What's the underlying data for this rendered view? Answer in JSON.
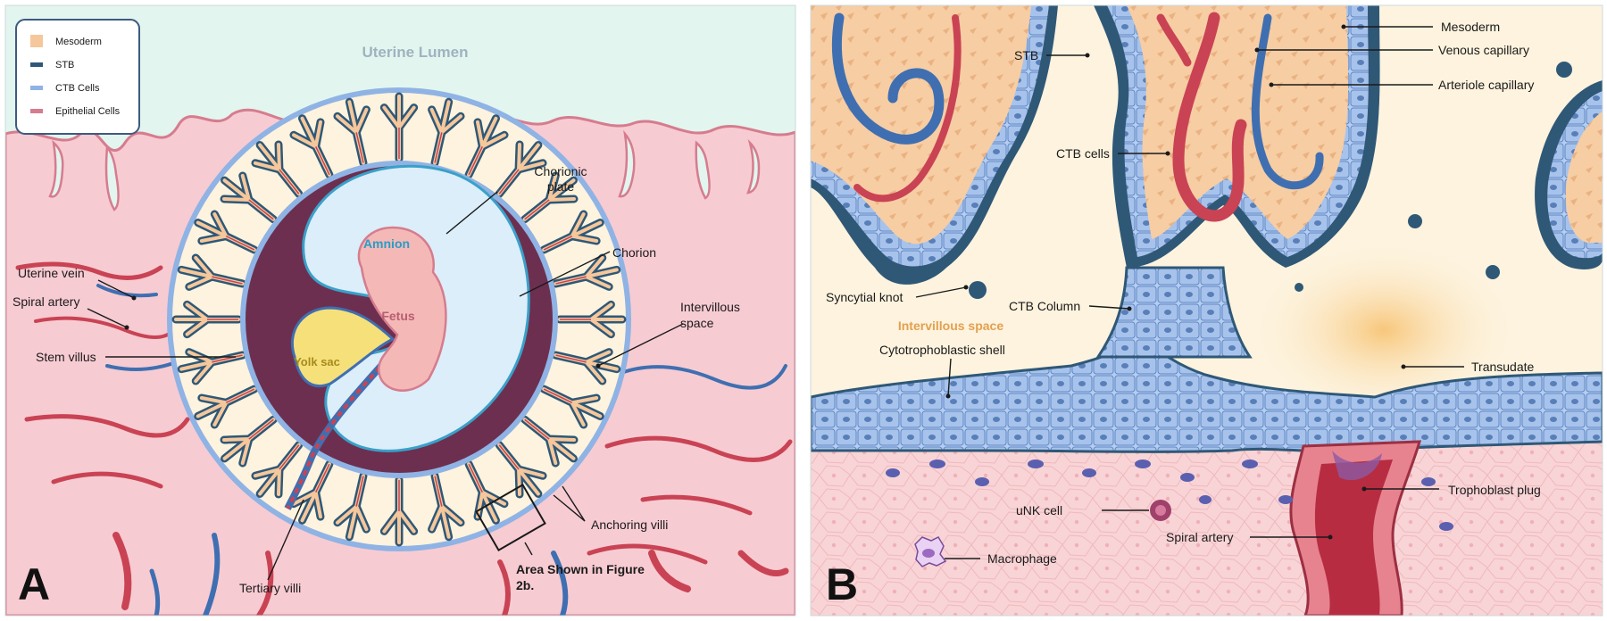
{
  "colors": {
    "mesoderm": "#f5c79b",
    "stb": "#2f5877",
    "ctb": "#8fb3e4",
    "epithelial": "#d67c8e",
    "uterine_tissue": "#f7cbd2",
    "lumen": "#e2f5ef",
    "amnion": "#dbeef9",
    "yolk": "#f6e07a",
    "fetus": "#f4b9b7",
    "chorion_dark": "#6d2f4f",
    "intervillous": "#fdf3de",
    "artery": "#c94354",
    "vein": "#3f6fb1"
  },
  "legend": {
    "items": [
      {
        "label": "Mesoderm",
        "color": "#f5c79b"
      },
      {
        "label": "STB",
        "color": "#2f5877"
      },
      {
        "label": "CTB Cells",
        "color": "#8fb3e4"
      },
      {
        "label": "Epithelial Cells",
        "color": "#d67c8e"
      }
    ]
  },
  "panel_a": {
    "letter": "A",
    "region_labels": {
      "uterine_lumen": "Uterine Lumen",
      "amnion": "Amnion",
      "fetus": "Fetus",
      "yolk_sac": "Yolk sac"
    },
    "callouts": {
      "chorionic_plate_1": "Chorionic",
      "chorionic_plate_2": "plate",
      "chorion": "Chorion",
      "uterine_vein": "Uterine vein",
      "spiral_artery": "Spiral artery",
      "stem_villus": "Stem villus",
      "intervillous_1": "Intervillous",
      "intervillous_2": "space",
      "anchoring_villi": "Anchoring villi",
      "area_shown_1": "Area Shown in Figure",
      "area_shown_2": "2b.",
      "tertiary_villi": "Tertiary villi"
    }
  },
  "panel_b": {
    "letter": "B",
    "region_labels": {
      "intervillous_space": "Intervillous space"
    },
    "callouts": {
      "mesoderm": "Mesoderm",
      "venous_capillary": "Venous capillary",
      "arteriole_capillary": "Arteriole capillary",
      "stb": "STB",
      "ctb_cells": "CTB cells",
      "syncytial_knot": "Syncytial knot",
      "ctb_column": "CTB Column",
      "cytotrophoblastic_shell": "Cytotrophoblastic shell",
      "transudate": "Transudate",
      "trophoblast_plug": "Trophoblast plug",
      "unk_cell": "uNK cell",
      "spiral_artery": "Spiral artery",
      "macrophage": "Macrophage"
    }
  }
}
